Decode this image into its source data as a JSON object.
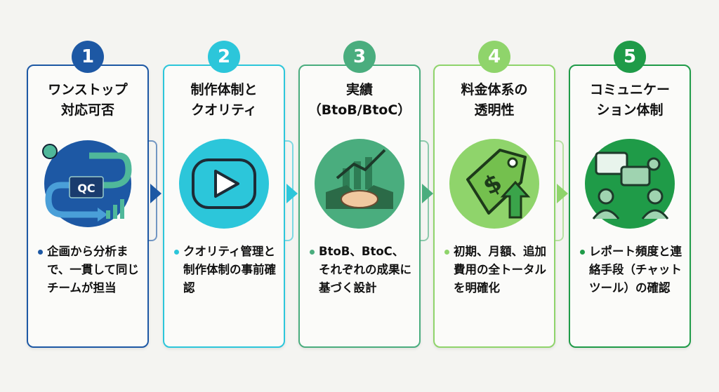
{
  "colors": [
    "#1d58a4",
    "#2cc6da",
    "#4aad7e",
    "#8fd46b",
    "#1f9b48"
  ],
  "steps": [
    {
      "number": "1",
      "title": "ワンストップ\n対応可否",
      "icon": "qc-workflow-icon",
      "icon_text": "QC",
      "body": "企画から分析まで、一貫して同じチームが担当"
    },
    {
      "number": "2",
      "title": "制作体制と\nクオリティ",
      "icon": "video-play-icon",
      "body": "クオリティ管理と制作体制の事前確認"
    },
    {
      "number": "3",
      "title": "実績\n（BtoB/BtoC）",
      "icon": "handshake-growth-icon",
      "body": "BtoB、BtoC、それぞれの成果に基づく設計"
    },
    {
      "number": "4",
      "title": "料金体系の\n透明性",
      "icon": "price-tag-icon",
      "body": "初期、月額、追加費用の全トータルを明確化"
    },
    {
      "number": "5",
      "title": "コミュニケー\nション体制",
      "icon": "chat-team-icon",
      "body": "レポート頻度と連絡手段（チャットツール）の確認"
    }
  ]
}
